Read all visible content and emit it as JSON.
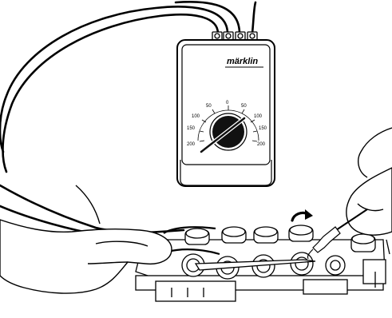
{
  "illustration": {
    "brand_text": "märklin",
    "dial_labels": {
      "top": "0",
      "upper_left": "50",
      "upper_right": "50",
      "mid_left": "100",
      "mid_right": "100",
      "low_left": "150",
      "low_right": "150",
      "bottom_left": "200",
      "bottom_right": "200"
    }
  },
  "colors": {
    "stroke": "#000000",
    "fill": "#ffffff",
    "knob": "#111111",
    "skin_shade": "#f2f2f2"
  },
  "icons": {
    "rotation_arrow": "curved-arrow-icon",
    "terminal": "screw-terminal-icon"
  }
}
